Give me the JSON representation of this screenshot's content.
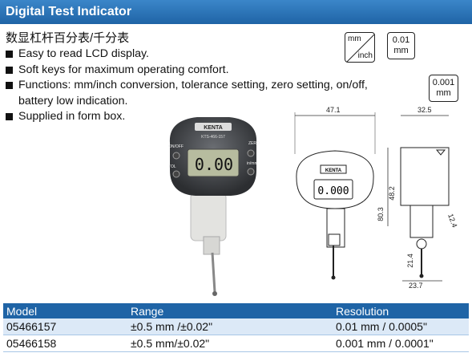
{
  "header": {
    "title": "Digital Test Indicator"
  },
  "chinese_title": "数显杠杆百分表/千分表",
  "features": [
    "Easy to read LCD display.",
    "Soft keys for maximum operating comfort.",
    "Functions: mm/inch conversion, tolerance setting, zero setting, on/off,  battery low indication.",
    "Supplied in form box."
  ],
  "badges": {
    "unit_top": "mm",
    "unit_bottom": "inch",
    "res1_top": "0.01",
    "res1_bottom": "mm",
    "res2_top": "0.001",
    "res2_bottom": "mm"
  },
  "device": {
    "brand": "KENTA",
    "model_label": "KTS-466-157",
    "reading": "0.00",
    "reading_small": "0.000",
    "btn_onoff": "ON/OFF",
    "btn_zero": "ZERO",
    "btn_tol": "TOL",
    "btn_inmm": "in/mm"
  },
  "dimensions": {
    "width_front": "47.1",
    "width_side": "32.5",
    "h1": "48.2",
    "h2": "80.3",
    "h3": "12.4",
    "h4": "21.4",
    "h5": "23.7"
  },
  "table": {
    "headers": [
      "Model",
      "Range",
      "Resolution"
    ],
    "rows": [
      [
        "05466157",
        "±0.5 mm /±0.02\"",
        "0.01 mm / 0.0005\""
      ],
      [
        "05466158",
        "±0.5 mm/±0.02\"",
        "0.001 mm / 0.0001\""
      ]
    ]
  }
}
